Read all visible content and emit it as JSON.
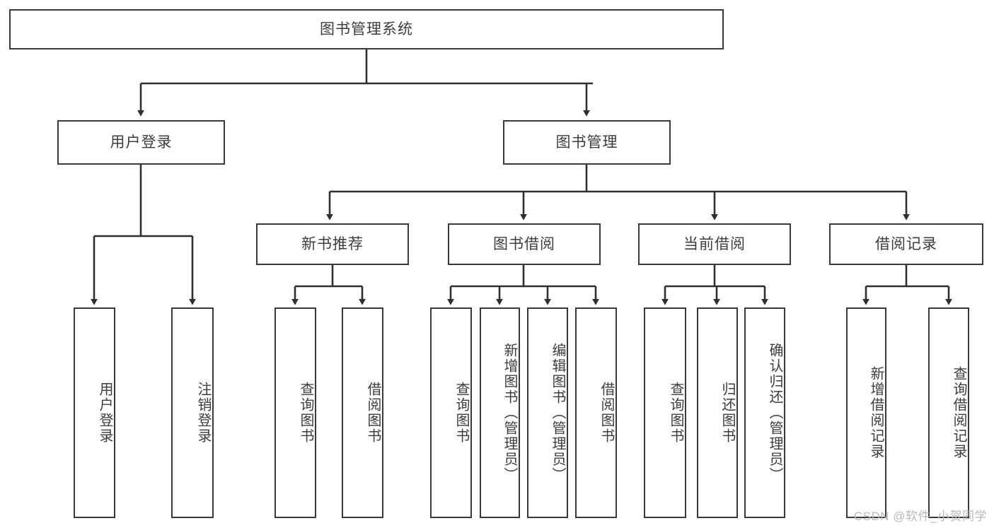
{
  "diagram": {
    "type": "tree-hierarchy",
    "title": "图书管理系统",
    "watermark": "CSDN @软件_小贺同学",
    "colors": {
      "box_border": "#3a3a3a",
      "box_fill": "#ffffff",
      "text": "#3c3c3c",
      "edge": "#2f2f2f",
      "watermark": "#b9b9b9",
      "background": "#ffffff"
    },
    "levels": {
      "root": {
        "label": "图书管理系统"
      },
      "level2": [
        {
          "label": "用户登录"
        },
        {
          "label": "图书管理"
        }
      ],
      "level3": [
        {
          "label": "新书推荐"
        },
        {
          "label": "图书借阅"
        },
        {
          "label": "当前借阅"
        },
        {
          "label": "借阅记录"
        }
      ],
      "leaves": {
        "user_login": [
          {
            "label": "用户登录"
          },
          {
            "label": "注销登录"
          }
        ],
        "new_book_recommend": [
          {
            "label": "查询图书"
          },
          {
            "label": "借阅图书"
          }
        ],
        "book_borrow": [
          {
            "label": "查询图书"
          },
          {
            "label": "新增图书（管理员）"
          },
          {
            "label": "编辑图书（管理员）"
          },
          {
            "label": "借阅图书"
          }
        ],
        "current_borrow": [
          {
            "label": "查询图书"
          },
          {
            "label": "归还图书"
          },
          {
            "label": "确认归还（管理员）"
          }
        ],
        "borrow_record": [
          {
            "label": "新增借阅记录"
          },
          {
            "label": "查询借阅记录"
          }
        ]
      }
    }
  }
}
